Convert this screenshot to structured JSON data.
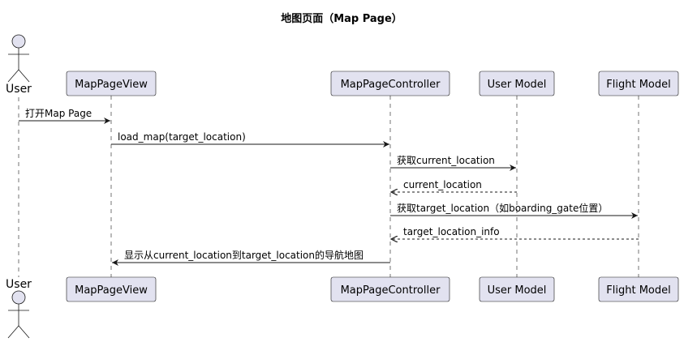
{
  "title": "地图页面（Map Page）",
  "participants": [
    {
      "id": "user",
      "label": "User",
      "kind": "actor"
    },
    {
      "id": "view",
      "label": "MapPageView",
      "kind": "box"
    },
    {
      "id": "ctrl",
      "label": "MapPageController",
      "kind": "box"
    },
    {
      "id": "umodel",
      "label": "User Model",
      "kind": "box"
    },
    {
      "id": "fmodel",
      "label": "Flight Model",
      "kind": "box"
    }
  ],
  "messages": [
    {
      "from": "user",
      "to": "view",
      "label": "打开Map Page",
      "style": "sync"
    },
    {
      "from": "view",
      "to": "ctrl",
      "label": "load_map(target_location)",
      "style": "sync"
    },
    {
      "from": "ctrl",
      "to": "umodel",
      "label": "获取current_location",
      "style": "sync"
    },
    {
      "from": "umodel",
      "to": "ctrl",
      "label": "current_location",
      "style": "return"
    },
    {
      "from": "ctrl",
      "to": "fmodel",
      "label": "获取target_location（如boarding_gate位置）",
      "style": "sync"
    },
    {
      "from": "fmodel",
      "to": "ctrl",
      "label": "target_location_info",
      "style": "return"
    },
    {
      "from": "ctrl",
      "to": "view",
      "label": "显示从current_location到target_location的导航地图",
      "style": "sync"
    }
  ],
  "colors": {
    "box_fill": "#e2e2f0",
    "box_stroke": "#181818",
    "lifeline": "#181818",
    "text": "#000000"
  }
}
